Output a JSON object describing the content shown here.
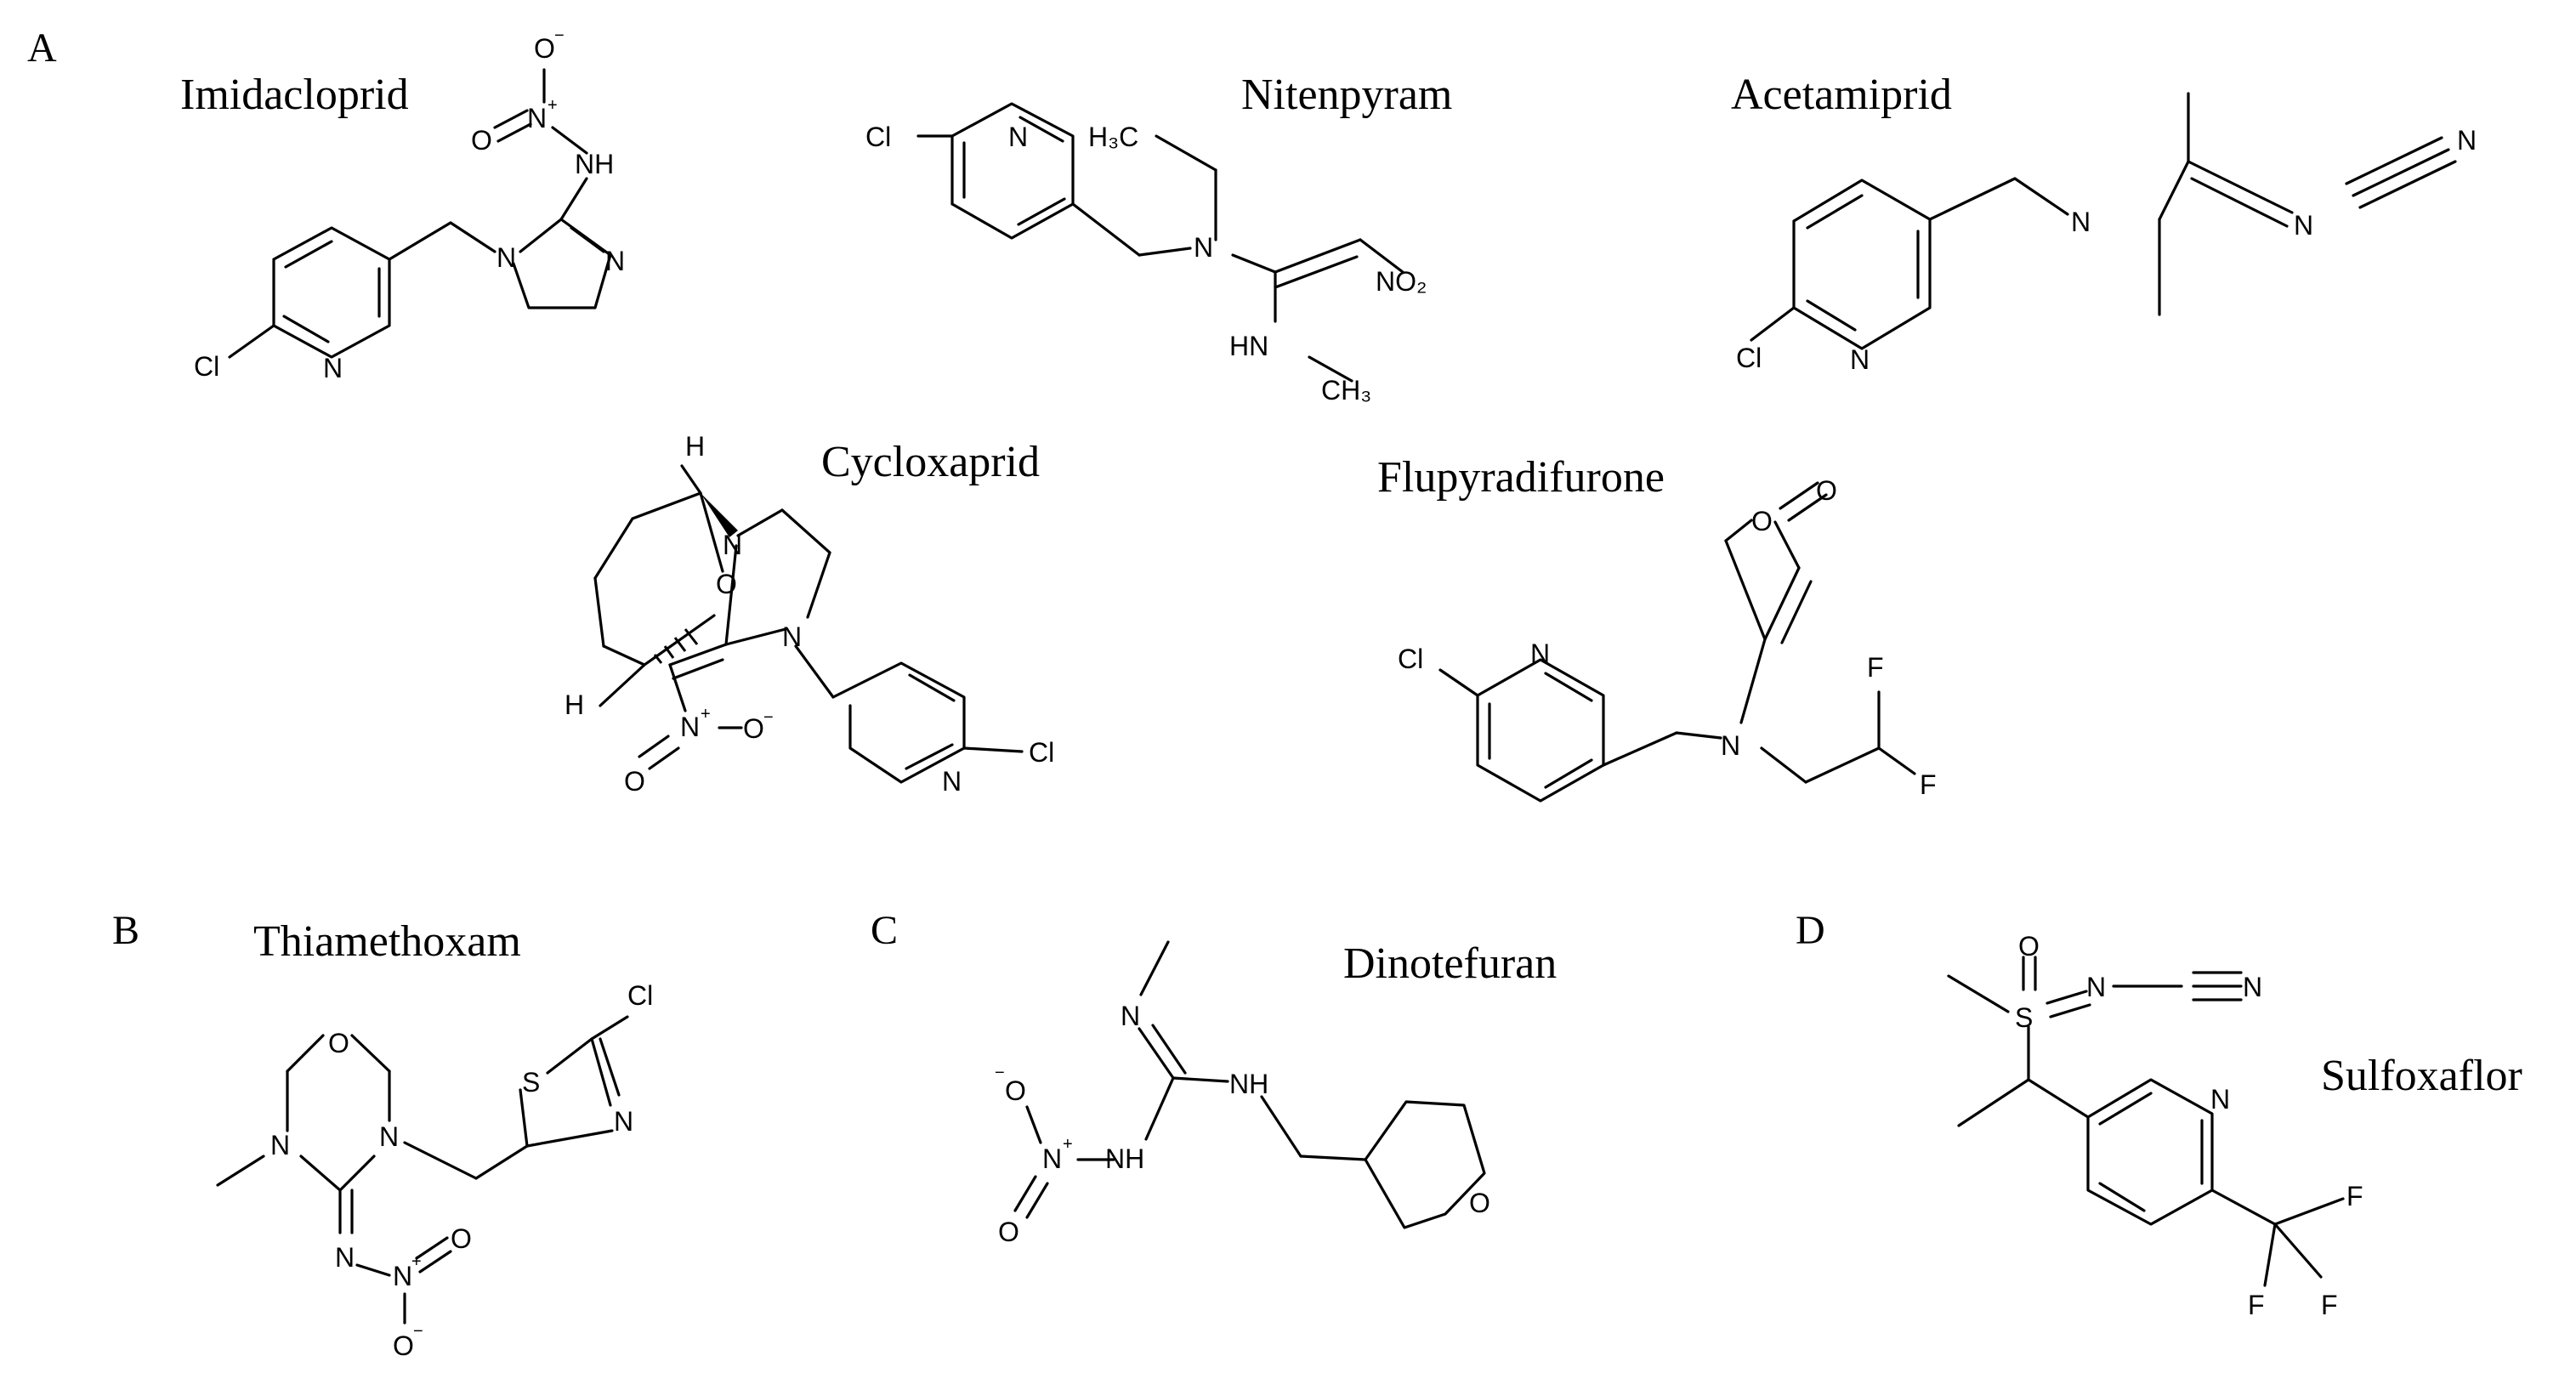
{
  "panels": {
    "a": "A",
    "b": "B",
    "c": "C",
    "d": "D"
  },
  "compounds": {
    "imidacloprid": "Imidacloprid",
    "nitenpyram": "Nitenpyram",
    "acetamiprid": "Acetamiprid",
    "cycloxaprid": "Cycloxaprid",
    "flupyradifurone": "Flupyradifurone",
    "thiamethoxam": "Thiamethoxam",
    "dinotefuran": "Dinotefuran",
    "sulfoxaflor": "Sulfoxaflor"
  },
  "atoms": {
    "cl": "Cl",
    "n": "N",
    "o": "O",
    "s": "S",
    "f": "F",
    "h": "H",
    "nh": "NH",
    "hn": "HN",
    "h3c": "H₃C",
    "ch3": "CH₃",
    "no2": "NO₂",
    "plus": "+",
    "minus": "−"
  }
}
